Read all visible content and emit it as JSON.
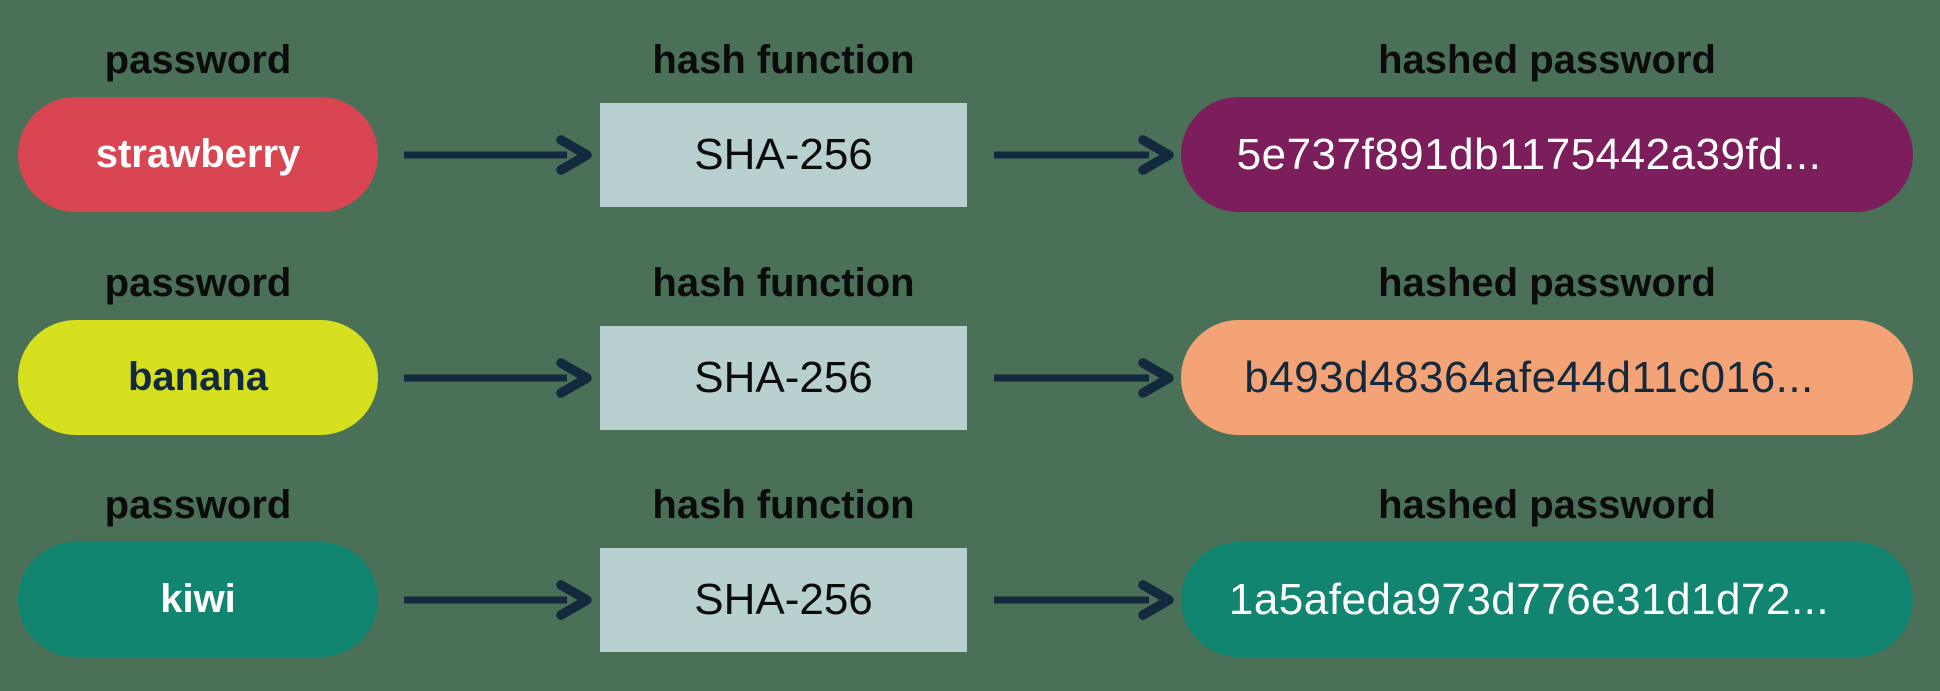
{
  "diagram": {
    "title": "password hashing diagram",
    "background_color": "#4a7158",
    "arrow_color": "#13293d",
    "label_color": "#0b0b0b",
    "rows": [
      {
        "password_label": "password",
        "hash_function_label": "hash function",
        "hashed_password_label": "hashed password",
        "password": "strawberry",
        "hash_function": "SHA-256",
        "hashed_password": "5e737f891db1175442a39fd...",
        "password_pill_color": "#d94550",
        "password_text_color": "#ffffff",
        "hash_box_color": "#b9d0d0",
        "hash_box_text_color": "#0b0b0b",
        "hashed_pill_color": "#7c1d5c",
        "hashed_text_color": "#ffffff"
      },
      {
        "password_label": "password",
        "hash_function_label": "hash function",
        "hashed_password_label": "hashed password",
        "password": "banana",
        "hash_function": "SHA-256",
        "hashed_password": "b493d48364afe44d11c016...",
        "password_pill_color": "#d6e01f",
        "password_text_color": "#13293d",
        "hash_box_color": "#b9d0d0",
        "hash_box_text_color": "#0b0b0b",
        "hashed_pill_color": "#f3a376",
        "hashed_text_color": "#13293d"
      },
      {
        "password_label": "password",
        "hash_function_label": "hash function",
        "hashed_password_label": "hashed password",
        "password": "kiwi",
        "hash_function": "SHA-256",
        "hashed_password": "1a5afeda973d776e31d1d72...",
        "password_pill_color": "#118570",
        "password_text_color": "#ffffff",
        "hash_box_color": "#b9d0d0",
        "hash_box_text_color": "#0b0b0b",
        "hashed_pill_color": "#118570",
        "hashed_text_color": "#ffffff"
      }
    ]
  }
}
